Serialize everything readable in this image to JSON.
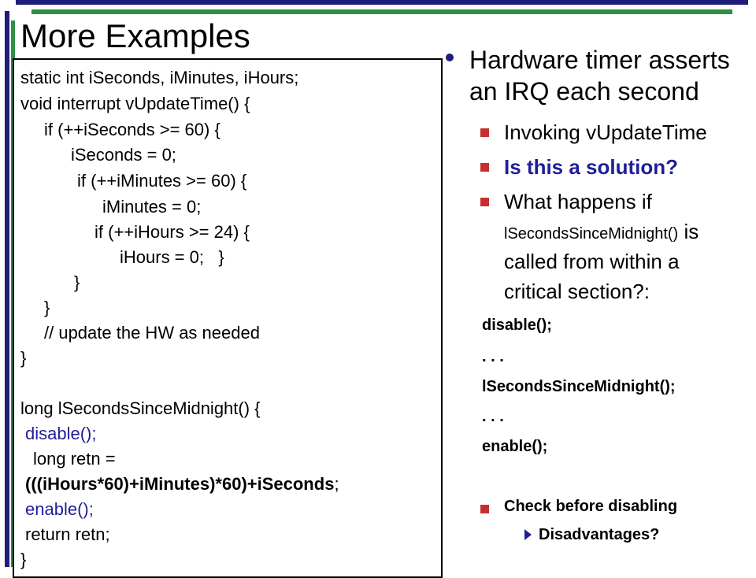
{
  "slide": {
    "title": "More Examples"
  },
  "code": {
    "lines": [
      "static int iSeconds, iMinutes, iHours;",
      "void interrupt vUpdateTime() {",
      "if (++iSeconds >= 60) {",
      "iSeconds = 0;",
      "if (++iMinutes >= 60) {",
      "iMinutes = 0;",
      "if (++iHours >= 24) {",
      "iHours = 0;   }",
      "}",
      "}",
      "// update the HW as needed",
      "}",
      "long lSecondsSinceMidnight() {",
      "disable();",
      "long retn =",
      "(((iHours*60)+iMinutes)*60)+iSeconds",
      ";",
      "enable();",
      "return retn;",
      "}"
    ]
  },
  "bullets": {
    "main_line1": "Hardware timer asserts",
    "main_line2": "an IRQ each second",
    "sub1": "Invoking vUpdateTime",
    "sub2": "Is this a solution?",
    "sub3_line1": "What happens if",
    "sub3_line2_code": "lSecondsSinceMidnight()",
    "sub3_line2_rest": " is",
    "sub3_line3": "called from within a",
    "sub3_line4": "critical section?:",
    "snippet": [
      "disable();",
      ". . .",
      "lSecondsSinceMidnight();",
      ". . .",
      "enable();"
    ],
    "sub4": "Check before disabling",
    "sub4_child": "Disadvantages?"
  },
  "colors": {
    "navy": "#1e1e7a",
    "green": "#2f8f46",
    "bullet_red": "#c62f2f",
    "code_blue": "#1f1f99"
  }
}
